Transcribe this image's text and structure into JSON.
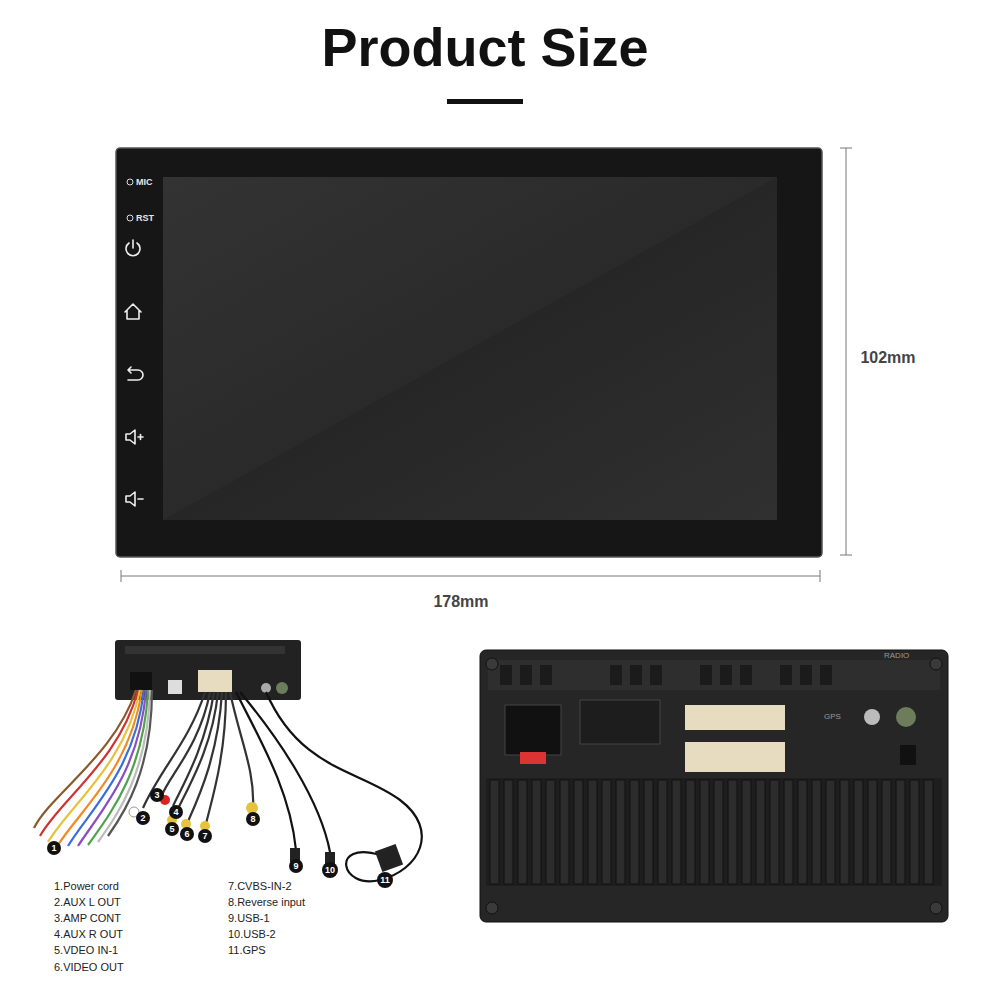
{
  "diagram": {
    "title": "Product Size",
    "labels": [
      "MIC",
      "RST",
      "102mm",
      "178mm",
      "1",
      "2",
      "3",
      "4",
      "5",
      "6",
      "7",
      "8",
      "9",
      "10",
      "11",
      "1.Power cord",
      "2.AUX L OUT",
      "3.AMP CONT",
      "4.AUX R OUT",
      "5.VDEO IN-1",
      "6.VIDEO OUT",
      "7.CVBS-IN-2",
      "8.Reverse input",
      "9.USB-1",
      "10.USB-2",
      "11.GPS",
      "RADIO",
      "GPS"
    ]
  }
}
